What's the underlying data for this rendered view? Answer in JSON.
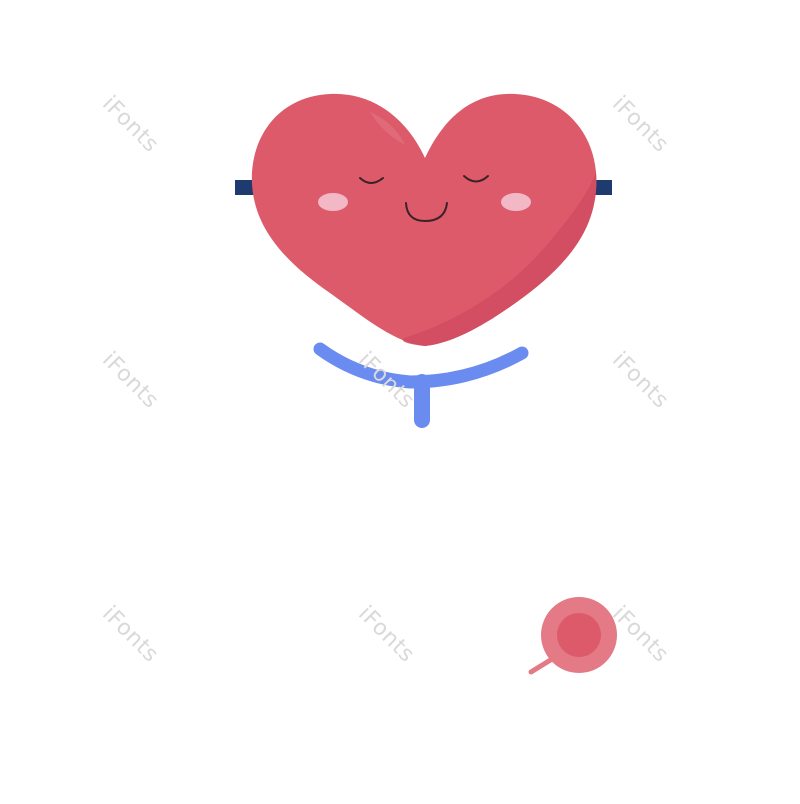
{
  "watermark": {
    "text": "iFonts"
  },
  "colors": {
    "heart": "#dc5a6a",
    "heart_shade": "#d24d62",
    "heart_highlight": "#e27482",
    "cheek": "#f2b8c6",
    "face_line": "#3a2226",
    "band": "#1f3a6e",
    "stethoscope": "#6a8cf0",
    "chestpiece_outer": "#e37a86",
    "chestpiece_inner": "#dc5a6a",
    "background": "#ffffff"
  },
  "illustration": {
    "subject": "heart-character-with-stethoscope",
    "expression": "eyes-closed-smiling"
  }
}
